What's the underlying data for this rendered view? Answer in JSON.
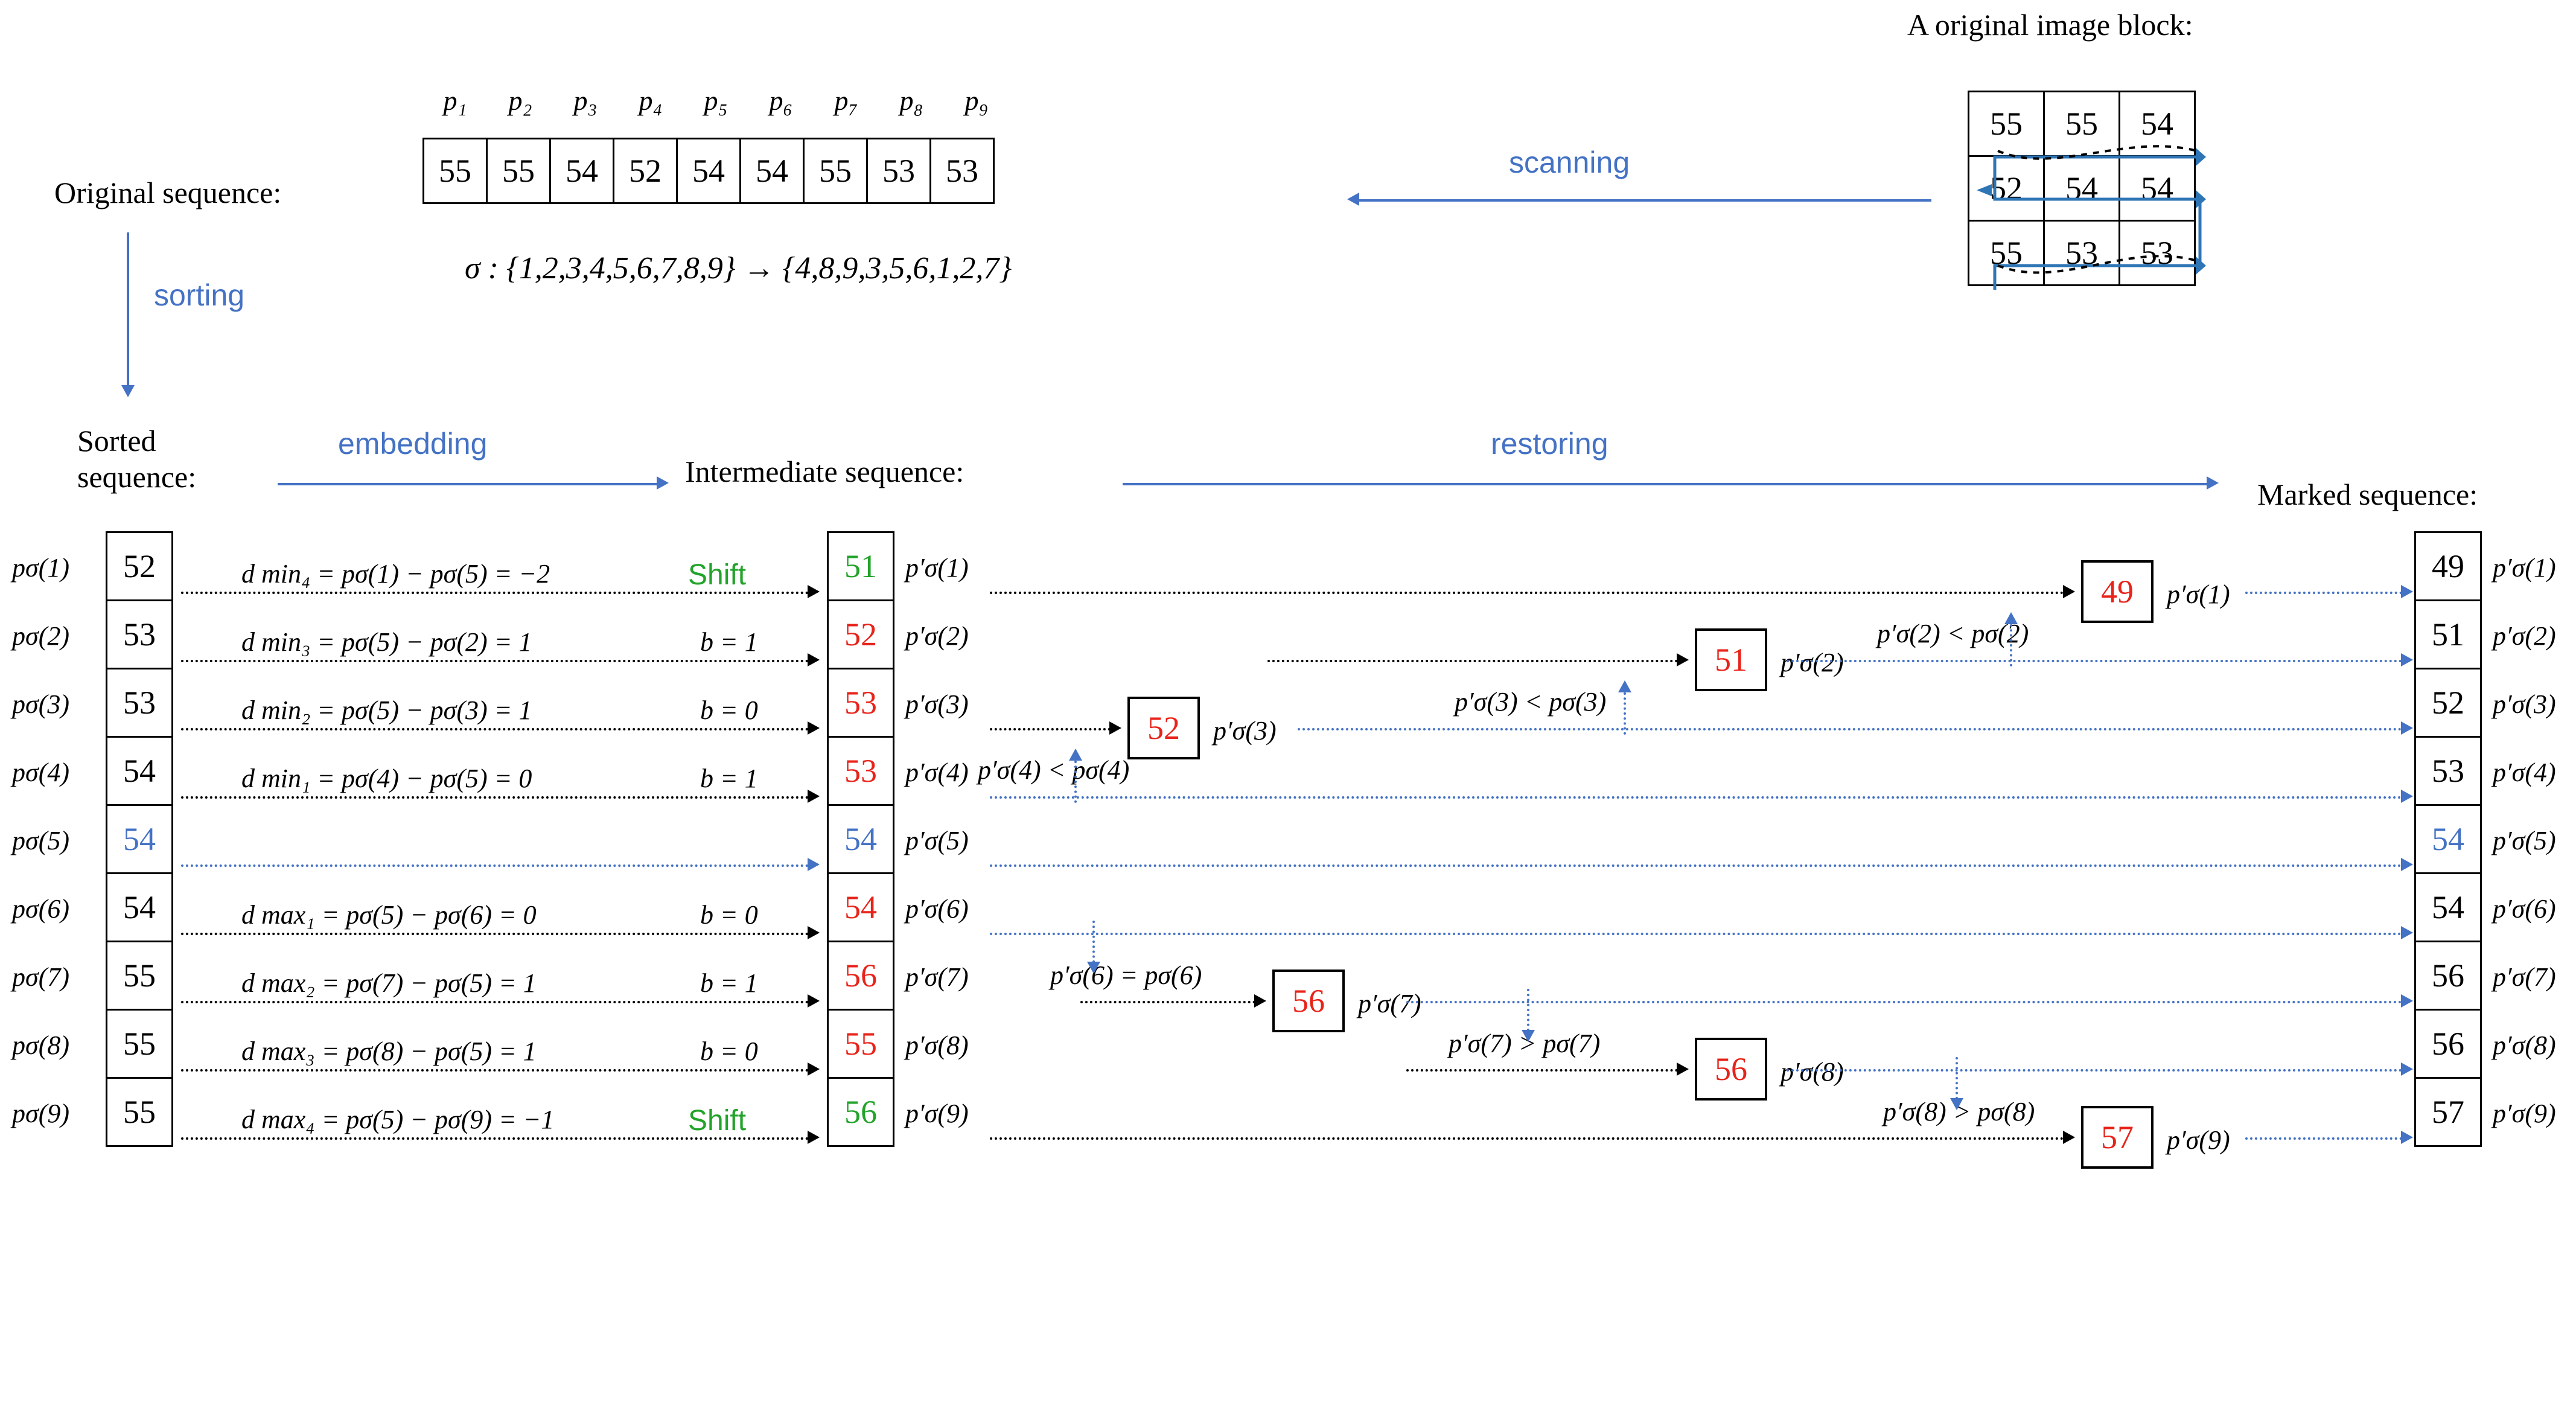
{
  "header": {
    "block_title": "A original image block:",
    "original_label": "Original sequence:",
    "sorted_label_l1": "Sorted",
    "sorted_label_l2": "sequence:",
    "intermediate_label": "Intermediate sequence:",
    "marked_label": "Marked sequence:"
  },
  "arrow_labels": {
    "scanning": "scanning",
    "sorting": "sorting",
    "embedding": "embedding",
    "restoring": "restoring"
  },
  "colors": {
    "accent_blue": "#4472c4",
    "red": "#e8231a",
    "green": "#22a32a",
    "black": "#000000"
  },
  "image_block": {
    "rows": [
      [
        "55",
        "55",
        "54"
      ],
      [
        "52",
        "54",
        "54"
      ],
      [
        "55",
        "53",
        "53"
      ]
    ]
  },
  "original_sequence": {
    "headers": [
      "p₁",
      "p₂",
      "p₃",
      "p₄",
      "p₅",
      "p₆",
      "p₇",
      "p₈",
      "p₉"
    ],
    "values": [
      "55",
      "55",
      "54",
      "52",
      "54",
      "54",
      "55",
      "53",
      "53"
    ]
  },
  "permutation": "σ : {1,2,3,4,5,6,7,8,9} → {4,8,9,3,5,6,1,2,7}",
  "sorted_sequence": {
    "labels": [
      "pσ(1)",
      "pσ(2)",
      "pσ(3)",
      "pσ(4)",
      "pσ(5)",
      "pσ(6)",
      "pσ(7)",
      "pσ(8)",
      "pσ(9)"
    ],
    "values": [
      "52",
      "53",
      "53",
      "54",
      "54",
      "54",
      "55",
      "55",
      "55"
    ],
    "value_colors": [
      "#000000",
      "#000000",
      "#000000",
      "#000000",
      "#4472c4",
      "#000000",
      "#000000",
      "#000000",
      "#000000"
    ]
  },
  "embedding_rows": [
    {
      "formula": "d min₄ = pσ(1) − pσ(5) = −2",
      "bit": "Shift",
      "bit_color": "#22a32a"
    },
    {
      "formula": "d min₃ = pσ(5) − pσ(2) = 1",
      "bit": "b = 1",
      "bit_color": "#000000"
    },
    {
      "formula": "d min₂ = pσ(5) − pσ(3) = 1",
      "bit": "b = 0",
      "bit_color": "#000000"
    },
    {
      "formula": "d min₁ = pσ(4) − pσ(5) = 0",
      "bit": "b = 1",
      "bit_color": "#000000"
    },
    {
      "formula": "",
      "bit": "",
      "bit_color": "#000000"
    },
    {
      "formula": "d max₁ = pσ(5) − pσ(6) = 0",
      "bit": "b = 0",
      "bit_color": "#000000"
    },
    {
      "formula": "d max₂ = pσ(7) − pσ(5) = 1",
      "bit": "b = 1",
      "bit_color": "#000000"
    },
    {
      "formula": "d max₃ = pσ(8) − pσ(5) = 1",
      "bit": "b = 0",
      "bit_color": "#000000"
    },
    {
      "formula": "d max₄ = pσ(5) − pσ(9) = −1",
      "bit": "Shift",
      "bit_color": "#22a32a"
    }
  ],
  "intermediate_sequence": {
    "values": [
      "51",
      "52",
      "53",
      "53",
      "54",
      "54",
      "56",
      "55",
      "56"
    ],
    "value_colors": [
      "#22a32a",
      "#e8231a",
      "#e8231a",
      "#e8231a",
      "#4472c4",
      "#e8231a",
      "#e8231a",
      "#e8231a",
      "#22a32a"
    ],
    "labels": [
      "p′σ(1)",
      "p′σ(2)",
      "p′σ(3)",
      "p′σ(4)",
      "p′σ(5)",
      "p′σ(6)",
      "p′σ(7)",
      "p′σ(8)",
      "p′σ(9)"
    ]
  },
  "restoring_steps": [
    {
      "condition": "p′σ(4) < pσ(4)",
      "value": "52",
      "label": "p′σ(3)"
    },
    {
      "condition": "p′σ(3) < pσ(3)",
      "value": "51",
      "label": "p′σ(2)"
    },
    {
      "condition": "p′σ(2) < pσ(2)",
      "value": "49",
      "label": "p′σ(1)"
    },
    {
      "condition": "p′σ(6) = pσ(6)",
      "value": "56",
      "label": "p′σ(7)"
    },
    {
      "condition": "p′σ(7) > pσ(7)",
      "value": "56",
      "label": "p′σ(8)"
    },
    {
      "condition": "p′σ(8) > pσ(8)",
      "value": "57",
      "label": "p′σ(9)"
    }
  ],
  "marked_sequence": {
    "values": [
      "49",
      "51",
      "52",
      "53",
      "54",
      "54",
      "56",
      "56",
      "57"
    ],
    "value_colors": [
      "#000000",
      "#000000",
      "#000000",
      "#000000",
      "#4472c4",
      "#000000",
      "#000000",
      "#000000",
      "#000000"
    ],
    "labels": [
      "p′σ(1)",
      "p′σ(2)",
      "p′σ(3)",
      "p′σ(4)",
      "p′σ(5)",
      "p′σ(6)",
      "p′σ(7)",
      "p′σ(8)",
      "p′σ(9)"
    ]
  }
}
